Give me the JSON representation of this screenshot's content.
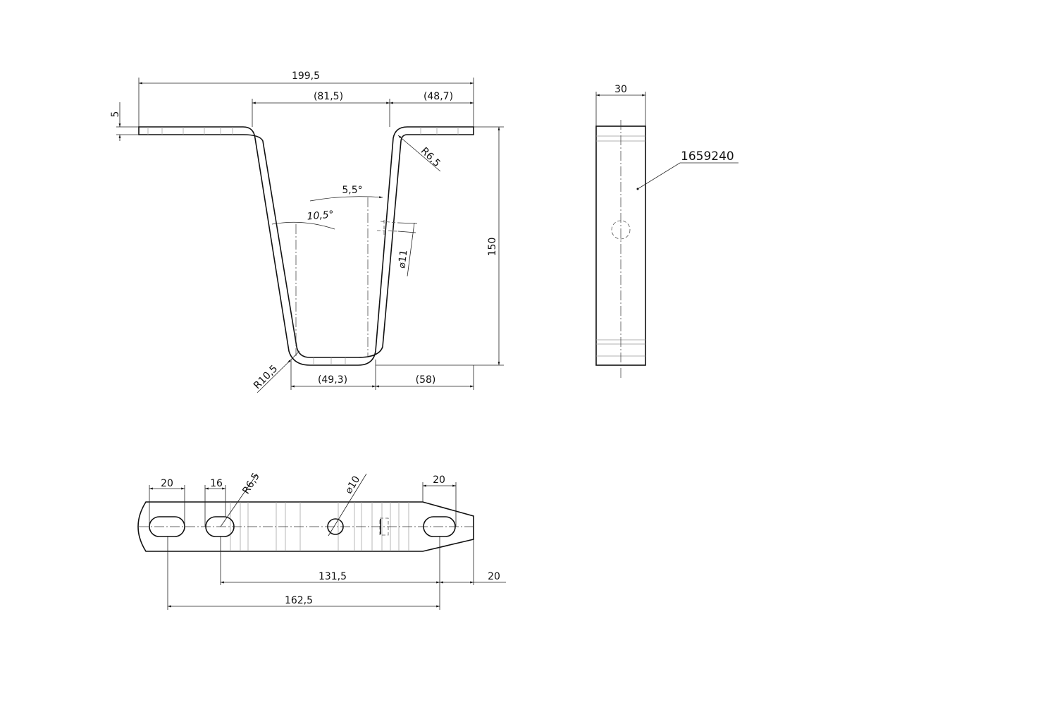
{
  "drawing": {
    "front_view": {
      "overall_width": "199,5",
      "inner_top_width": "(81,5)",
      "right_flange_width": "(48,7)",
      "thickness": "5",
      "height": "150",
      "bend_radius_top": "R6,5",
      "bend_radius_bottom": "R10,5",
      "angle_right": "5,5°",
      "angle_left": "10,5°",
      "hole_diameter": "⌀11",
      "bottom_width": "(49,3)",
      "bottom_right_offset": "(58)"
    },
    "side_view": {
      "width": "30",
      "part_number": "1659240"
    },
    "top_view": {
      "slot1_length": "20",
      "slot2_length": "16",
      "slot_radius": "R6,5",
      "hole_diameter": "⌀10",
      "slot3_length": "20",
      "distance_slot2_to_slot3": "131,5",
      "end_offset": "20",
      "distance_slot1_to_slot3": "162,5"
    }
  }
}
